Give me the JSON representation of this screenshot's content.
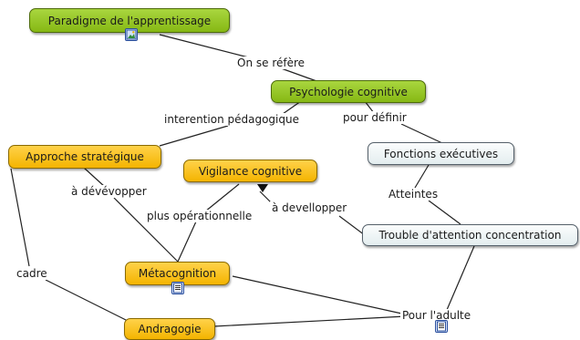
{
  "nodes": {
    "paradigme": "Paradigme de l'apprentissage",
    "psychologie": "Psychologie cognitive",
    "approche": "Approche stratégique",
    "vigilance": "Vigilance cognitive",
    "fonctions": "Fonctions exécutives",
    "trouble": "Trouble d'attention concentration",
    "metacognition": "Métacognition",
    "andragogie": "Andragogie"
  },
  "links": {
    "on_se_refere": "On se réfère",
    "interention": "interention pédagogique",
    "pour_definir": "pour définir",
    "a_devevopper": "à dévévopper",
    "plus_operationnelle": "plus opérationnelle",
    "a_devellopper": "à devellopper",
    "atteintes": "Atteintes",
    "cadre": "cadre",
    "pour_ladulte": "Pour l'adulte"
  },
  "icons": {
    "paradigme": "image-icon",
    "metacognition": "document-icon",
    "pour_ladulte": "document-icon"
  },
  "colors": {
    "green_node": "#97c92b",
    "yellow_node": "#fbc21d",
    "pale_node": "#eef4f5",
    "line": "#222222"
  }
}
